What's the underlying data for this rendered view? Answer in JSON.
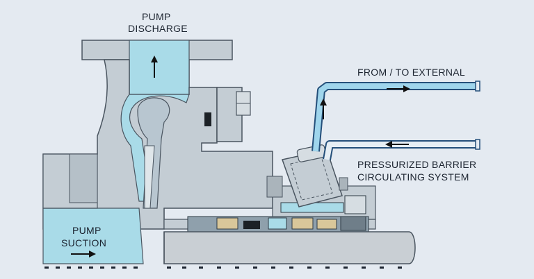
{
  "labels": {
    "pump_discharge": [
      "PUMP",
      "DISCHARGE"
    ],
    "from_to_external": "FROM / TO EXTERNAL",
    "barrier_system": [
      "PRESSURIZED BARRIER",
      "CIRCULATING SYSTEM"
    ],
    "pump_suction": [
      "PUMP",
      "SUCTION"
    ]
  },
  "colors": {
    "background": "#e4eaf1",
    "metal": "#c4cdd4",
    "metal_stroke": "#4a5560",
    "fluid": "#a9dbe8",
    "pipe_fill": "#9fd5ec",
    "pipe_stroke": "#244f7a",
    "seal_face": "#d9c79a",
    "shaft": "#c9cfd4"
  },
  "icons": [
    "flow-arrow-up-icon",
    "flow-arrow-right-icon",
    "flow-arrow-left-icon",
    "hex-bolt-icon"
  ]
}
